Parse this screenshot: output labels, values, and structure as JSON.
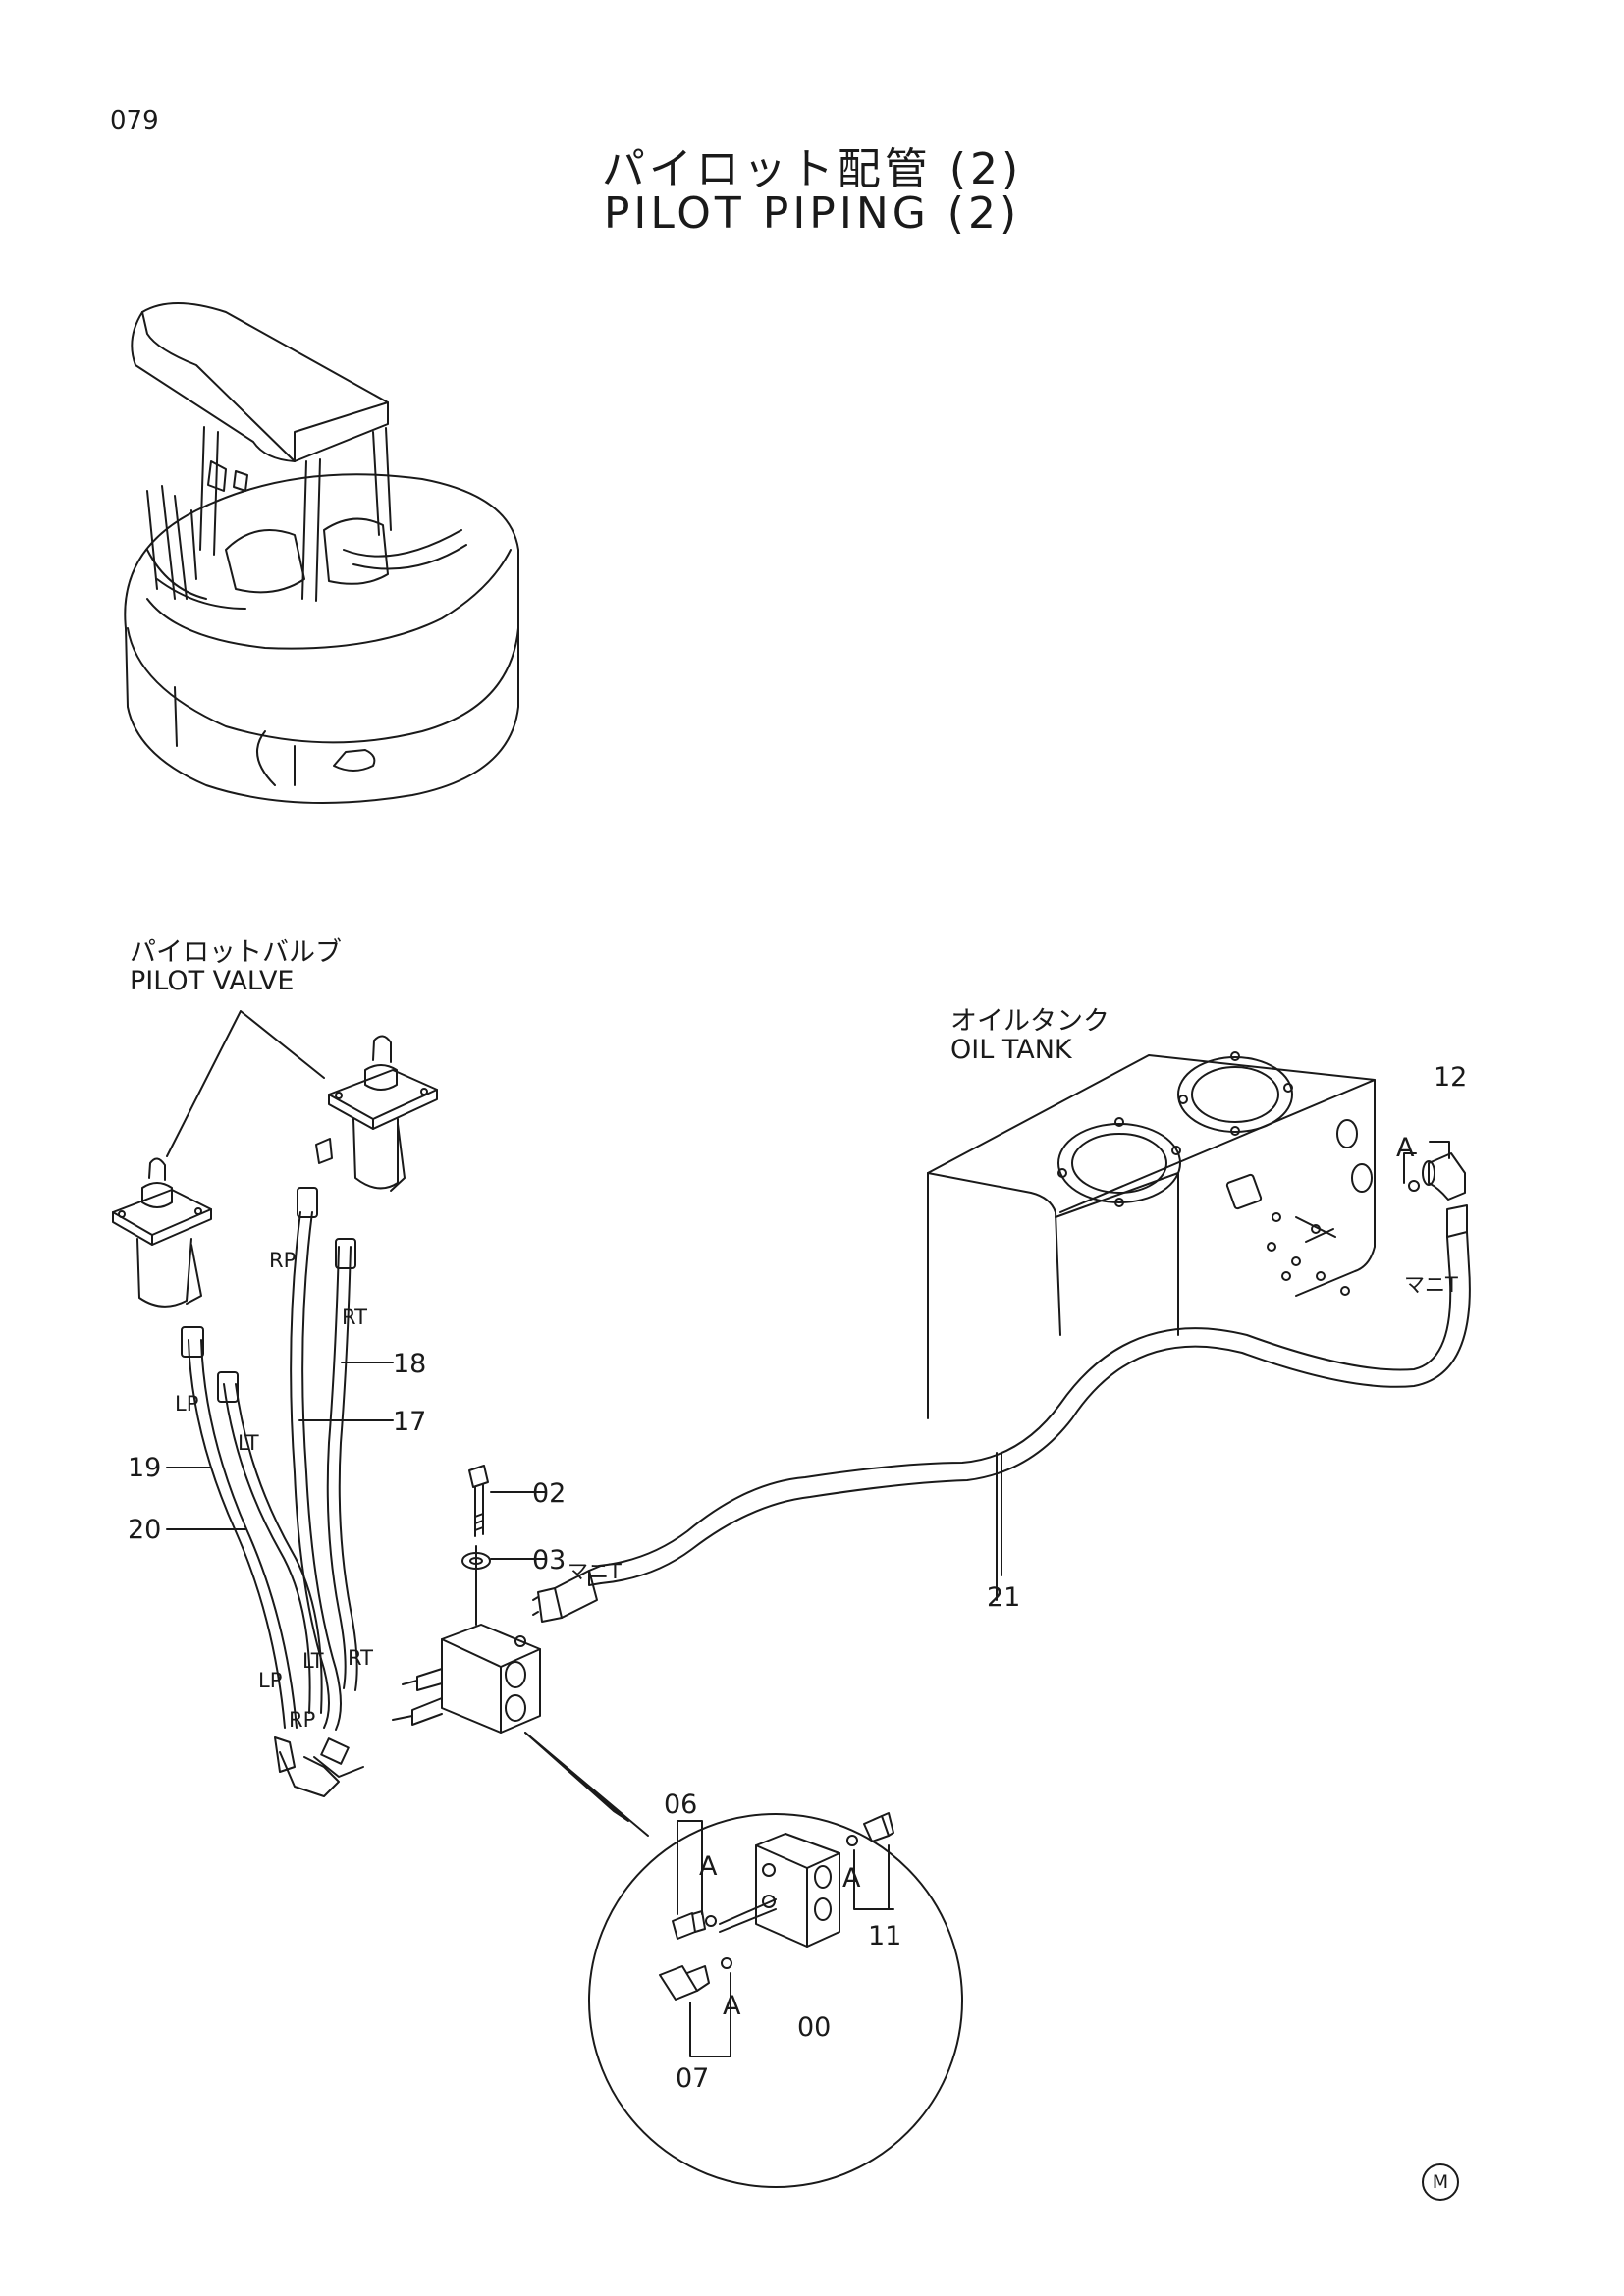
{
  "page": {
    "number": "079"
  },
  "title": {
    "ja": "パイロット配管 (2)",
    "en": "PILOT PIPING (2)"
  },
  "components": {
    "pilot_valve": {
      "ja": "パイロットバルブ",
      "en": "PILOT VALVE"
    },
    "oil_tank": {
      "ja": "オイルタンク",
      "en": "OIL TANK"
    }
  },
  "callouts": {
    "p00": "00",
    "p02": "02",
    "p03": "03",
    "p06": "06",
    "p07": "07",
    "p11": "11",
    "p12": "12",
    "p17": "17",
    "p18": "18",
    "p19": "19",
    "p20": "20",
    "p21": "21"
  },
  "port_labels": {
    "rp_top": "RP",
    "rt_top": "RT",
    "lp_top": "LP",
    "lt_top": "LT",
    "lp_bottom": "LP",
    "lt_bottom": "LT",
    "rt_bottom": "RT",
    "rp_bottom": "RP"
  },
  "side_labels": {
    "mani_t_tank": "マニT",
    "mani_t_block": "マニT"
  },
  "detail_labels": {
    "a_tank": "A",
    "a_06": "A",
    "a_11": "A",
    "a_07": "A"
  },
  "mark": "M"
}
